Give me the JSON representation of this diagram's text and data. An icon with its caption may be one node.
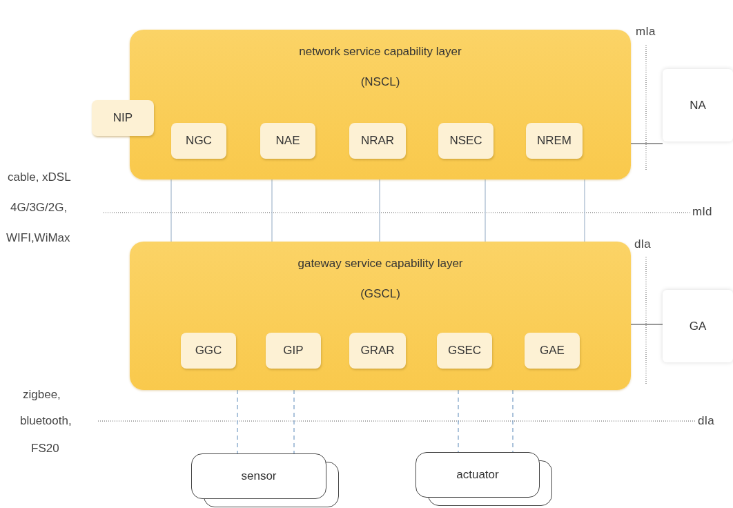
{
  "diagram": {
    "nodes": [
      {
        "text": [
          "network service capability layer",
          "(NSCL)"
        ]
      },
      {
        "text": [
          "NIP"
        ]
      },
      {
        "text": [
          "NGC"
        ],
        "in": 0
      },
      {
        "text": [
          "NAE"
        ],
        "in": 0
      },
      {
        "text": [
          "NRAR"
        ],
        "in": 0
      },
      {
        "text": [
          "NSEC"
        ],
        "in": 0
      },
      {
        "text": [
          "NREM"
        ],
        "in": 0
      },
      {
        "text": [
          "NA"
        ]
      },
      {
        "text": [
          "gateway service capability layer",
          "(GSCL)"
        ]
      },
      {
        "text": [
          "GGC"
        ],
        "in": 8
      },
      {
        "text": [
          "GIP"
        ],
        "in": 8
      },
      {
        "text": [
          "GRAR"
        ],
        "in": 8
      },
      {
        "text": [
          "GSEC"
        ],
        "in": 8
      },
      {
        "text": [
          "GAE"
        ],
        "in": 8
      },
      {
        "text": [
          "GA"
        ]
      },
      {
        "text": [
          "sensor"
        ]
      },
      {
        "text": [
          "actuator"
        ]
      }
    ],
    "edges": [
      {
        "from": 0,
        "to": 8,
        "arrow": "none"
      },
      {
        "from": 0,
        "to": 8,
        "arrow": "none"
      },
      {
        "from": 0,
        "to": 8,
        "arrow": "none"
      },
      {
        "from": 0,
        "to": 8,
        "arrow": "none"
      },
      {
        "from": 0,
        "to": 8,
        "arrow": "none"
      },
      {
        "from": 0,
        "to": 7,
        "arrow": "none"
      },
      {
        "from": 8,
        "to": 14,
        "arrow": "none"
      },
      {
        "from": 8,
        "to": 15,
        "arrow": "none",
        "style": "dashed"
      },
      {
        "from": 8,
        "to": 15,
        "arrow": "none",
        "style": "dashed"
      },
      {
        "from": 8,
        "to": 16,
        "arrow": "none",
        "style": "dashed"
      },
      {
        "from": 8,
        "to": 16,
        "arrow": "none",
        "style": "dashed"
      }
    ],
    "labels": [
      "mIa",
      "cable, xDSL",
      "4G/3G/2G,",
      "mId",
      "WIFI,WiMax",
      "dIa",
      "zigbee,",
      "bluetooth,",
      "dIa",
      "FS20"
    ]
  }
}
